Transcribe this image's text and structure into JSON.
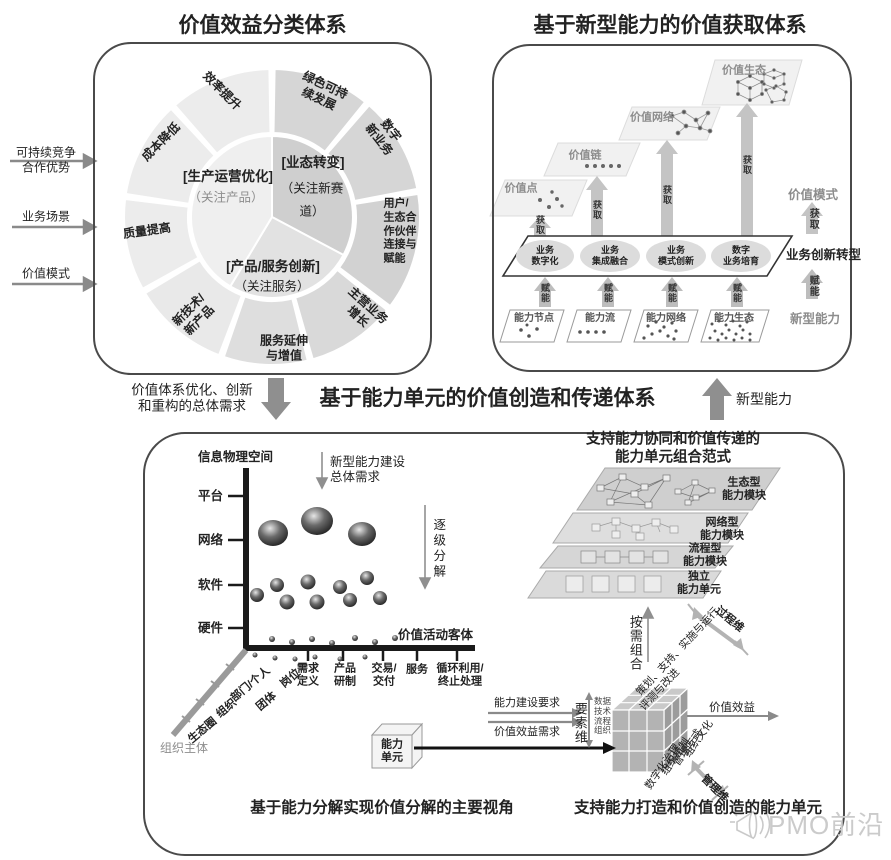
{
  "palette": {
    "panel_border": "#4a4a4a",
    "arrow_gray": "#c2c2c2",
    "axis_black": "#1a1a1a"
  },
  "panel_classification": {
    "title": "价值效益分类体系",
    "inputs": [
      {
        "label": "可持续竞争\n合作优势"
      },
      {
        "label": "业务场景"
      },
      {
        "label": "价值模式"
      }
    ],
    "inner_sectors": [
      {
        "name": "[生产运营优化]",
        "sub": "（关注产品）"
      },
      {
        "name": "[业态转变]",
        "sub": "（关注新赛\n道）"
      },
      {
        "name": "[产品/服务创新]",
        "sub": "（关注服务）"
      }
    ],
    "ring_segments": [
      {
        "label": "绿色可持\n续发展"
      },
      {
        "label": "数字\n新业务"
      },
      {
        "label": "用户/\n生态合\n作伙伴\n连接与\n赋能"
      },
      {
        "label": "主营业务\n增长"
      },
      {
        "label": "服务延伸\n与增值"
      },
      {
        "label": "新技术/\n新产品"
      },
      {
        "label": "质量提高"
      },
      {
        "label": "成本降低"
      },
      {
        "label": "效率提升"
      }
    ]
  },
  "panel_acquisition": {
    "title": "基于新型能力的价值获取体系",
    "value_levels": [
      {
        "label": "价值点"
      },
      {
        "label": "价值链"
      },
      {
        "label": "价值网络"
      },
      {
        "label": "价值生态"
      }
    ],
    "acquire_label": "获取",
    "enable_label": "赋能",
    "business_ovals": [
      {
        "label": "业务\n数字化"
      },
      {
        "label": "业务\n集成融合"
      },
      {
        "label": "业务\n模式创新"
      },
      {
        "label": "数字\n业务培育"
      }
    ],
    "capability_tiles": [
      {
        "label": "能力节点"
      },
      {
        "label": "能力流"
      },
      {
        "label": "能力网络"
      },
      {
        "label": "能力生态"
      }
    ],
    "right_column": {
      "value_mode": "价值模式",
      "acquire": "获取",
      "business_transform": "业务创新转型",
      "enable": "赋能",
      "new_capability": "新型能力"
    }
  },
  "banner": {
    "left_note": "价值体系优化、创新\n和重构的总体需求",
    "title": "基于能力单元的价值创造和传递体系",
    "right_note": "新型能力"
  },
  "panel_creation": {
    "decompose_chart": {
      "y_axis_title": "信息物理空间",
      "y_ticks": [
        "平台",
        "网络",
        "软件",
        "硬件"
      ],
      "x_axis_title": "价值活动客体",
      "x_ticks": [
        "需求\n定义",
        "产品\n研制",
        "交易/\n交付",
        "服务",
        "循环利用/\n终止处理"
      ],
      "z_axis_title": "组织主体",
      "z_ticks": [
        "生态圈",
        "组织",
        "部门/个人",
        "团体",
        "岗位"
      ],
      "top_note": "新型能力建设\n总体需求",
      "side_note": "逐级分解",
      "caption": "基于能力分解实现价值分解的主要视角"
    },
    "combination_stack": {
      "title": "支持能力协同和价值传递的\n能力单元组合范式",
      "layers": [
        {
          "label": "生态型\n能力模块"
        },
        {
          "label": "网络型\n能力模块"
        },
        {
          "label": "流程型\n能力模块"
        },
        {
          "label": "独立\n能力单元"
        }
      ]
    },
    "capability_cube": {
      "unit_label": "能力\n单元",
      "combine_note": "按需组合",
      "process_axis": {
        "label": "过程维",
        "line1": "策划、支持、实施与运行",
        "line2": "评测与改进"
      },
      "element_axis": {
        "label": "要素维",
        "items": "数据\n技术\n流程\n组织"
      },
      "manage_axis": {
        "label": "管理维",
        "items": [
          "数字化治理",
          "组织机制",
          "管理方式",
          "组织文化"
        ]
      },
      "input_top": "能力建设要求",
      "input_bottom": "价值效益需求",
      "output": "价值效益",
      "caption": "支持能力打造和价值创造的能力单元"
    }
  },
  "watermark": {
    "text": "PMO前沿"
  }
}
